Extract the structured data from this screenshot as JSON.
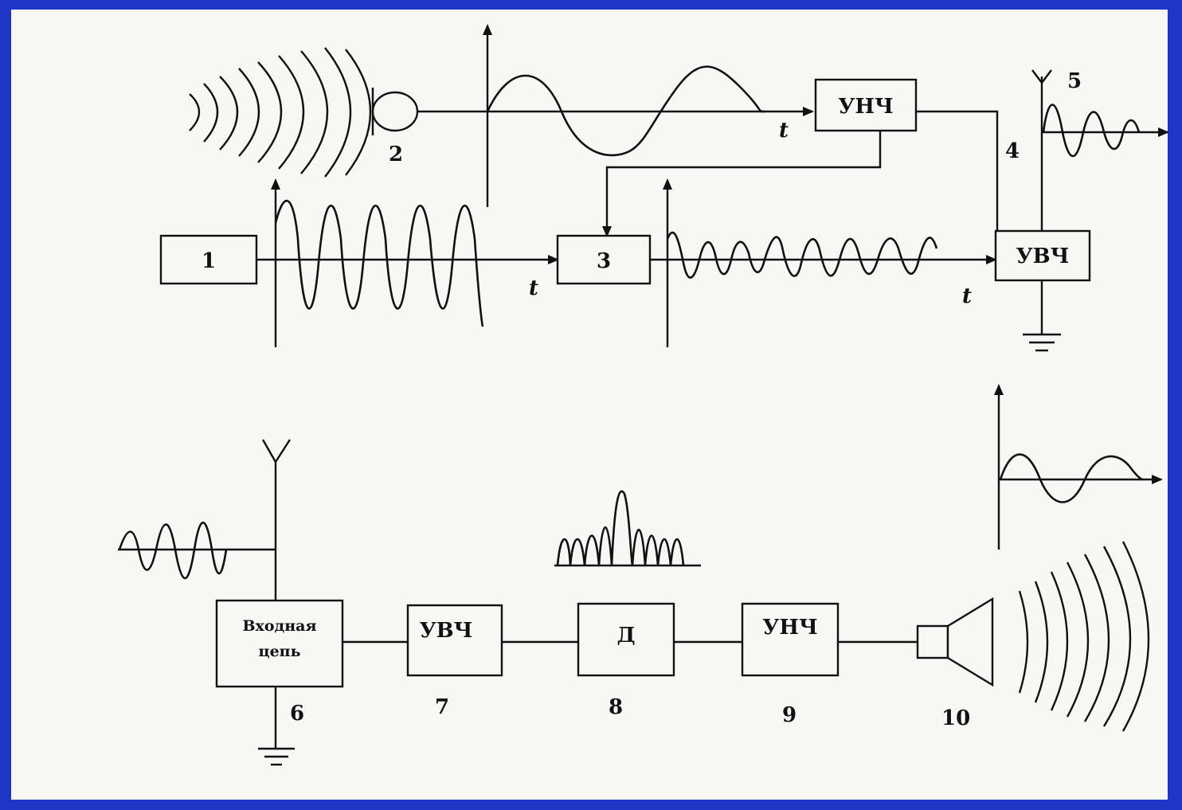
{
  "transmitter": {
    "block_1": "1",
    "block_3": "3",
    "unch": "УНЧ",
    "uvch": "УВЧ",
    "num_2": "2",
    "num_4": "4",
    "num_5": "5",
    "t_label": "t"
  },
  "receiver": {
    "input_line1": "Входная",
    "input_line2": "цепь",
    "uvch": "УВЧ",
    "detector": "Д",
    "unch": "УНЧ",
    "num_6": "6",
    "num_7": "7",
    "num_8": "8",
    "num_9": "9",
    "num_10": "10"
  },
  "colors": {
    "frame": "#1e36c8",
    "paper": "#f7f7f5",
    "ink": "#111111"
  }
}
